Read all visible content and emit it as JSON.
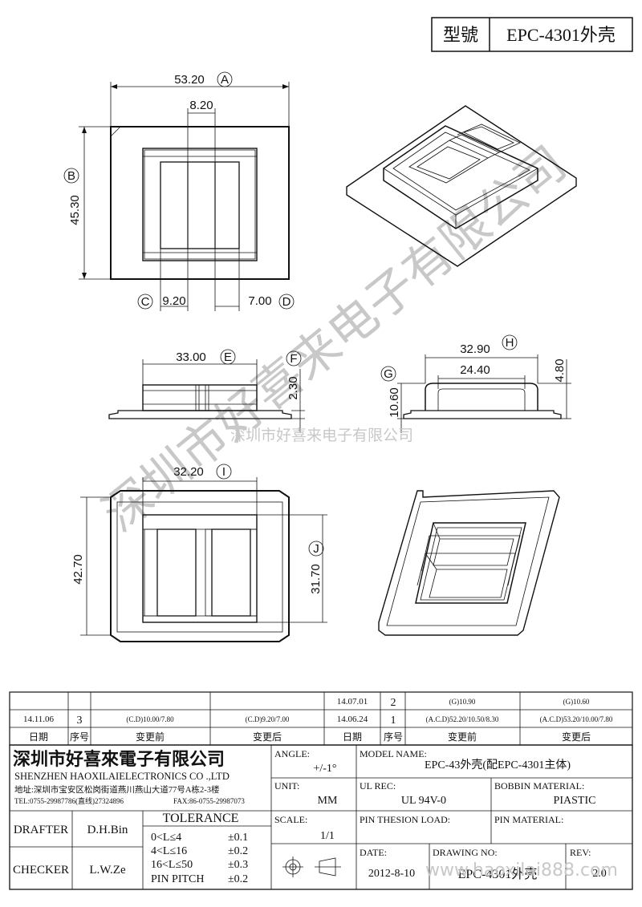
{
  "header": {
    "model_label": "型號",
    "model_value": "EPC-4301外壳"
  },
  "dimensions": {
    "top_width": "53.20",
    "top_width_tag": "A",
    "inner_width": "8.20",
    "top_height": "45.30",
    "top_height_tag": "B",
    "c_value": "9.20",
    "c_tag": "C",
    "d_value": "7.00",
    "d_tag": "D",
    "side_width": "33.00",
    "side_width_tag": "E",
    "side_height": "2.30",
    "side_height_tag": "F",
    "g_value": "10.60",
    "g_tag": "G",
    "h_value": "32.90",
    "h_tag": "H",
    "inner_slot": "24.40",
    "side2_height": "4.80",
    "bottom_width": "32.20",
    "bottom_width_tag": "I",
    "bottom_height": "42.70",
    "j_value": "31.70",
    "j_tag": "J"
  },
  "watermark": {
    "text": "深圳市好喜来电子有限公司",
    "small_text": "深圳市好喜来电子有限公司"
  },
  "revisions": {
    "row1": {
      "r_date": "14.07.01",
      "r_no": "2",
      "r_before": "(G)10.90",
      "r_after": "(G)10.60"
    },
    "row2": {
      "l_date": "14.11.06",
      "l_no": "3",
      "l_before": "(C.D)10.00/7.80",
      "l_after": "(C.D)9.20/7.00",
      "r_date": "14.06.24",
      "r_no": "1",
      "r_before": "(A.C.D)52.20/10.50/8.30",
      "r_after": "(A.C.D)53.20/10.00/7.80"
    },
    "head": {
      "date": "日期",
      "no": "序号",
      "before": "变更前",
      "after": "变更后"
    }
  },
  "company": {
    "name_cn": "深圳市好喜來電子有限公司",
    "name_en": "SHENZHEN HAOXILAIELECTRONICS CO .,LTD",
    "address": "地址:深圳市宝安区松岗街道燕川燕山大道77号A栋2-3楼",
    "tel": "TEL:0755-29987786(直线)27324896",
    "fax": "FAX:86-0755-29987073"
  },
  "title_block": {
    "angle_label": "ANGLE:",
    "angle_value": "+/-1°",
    "model_name_label": "MODEL NAME:",
    "model_name_value": "EPC-43外壳(配EPC-4301主体)",
    "unit_label": "UNIT:",
    "unit_value": "MM",
    "ul_label": "UL REC:",
    "ul_value": "UL 94V-0",
    "bobbin_label": "BOBBIN MATERIAL:",
    "bobbin_value": "PIASTIC",
    "scale_label": "SCALE:",
    "scale_value": "1/1",
    "pin_tension_label": "PIN THESION LOAD:",
    "pin_material_label": "PIN MATERIAL:",
    "date_label": "DATE:",
    "date_value": "2012-8-10",
    "drawing_no_label": "DRAWING NO:",
    "drawing_no_value": "EPC-4301外壳",
    "rev_label": "REV:",
    "rev_value": "2.0",
    "drafter_label": "DRAFTER",
    "drafter_value": "D.H.Bin",
    "checker_label": "CHECKER",
    "checker_value": "L.W.Ze",
    "tolerance_label": "TOLERANCE",
    "tol1_range": "0<L≤4",
    "tol1_value": "±0.1",
    "tol2_range": "4<L≤16",
    "tol2_value": "±0.2",
    "tol3_range": "16<L≤50",
    "tol3_value": "±0.3",
    "tol4_range": "PIN PITCH",
    "tol4_value": "±0.2"
  },
  "url_watermark": "www.haoxilai888.com"
}
